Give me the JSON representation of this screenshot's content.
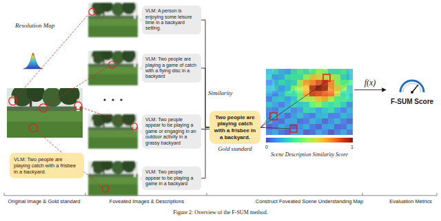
{
  "diagram": {
    "caption": "Figure 2: Overview of the F-SUM method.",
    "nodes": [
      {
        "text": [
          "VLM: Two people are playing catch with a frisbee in a backyard."
        ]
      },
      {
        "text": [
          "VLM: A person is enjoying some leisure time in a backyard setting."
        ]
      },
      {
        "text": [
          "VLM: Two people are playing a game of catch with a flying disc in a backyard"
        ]
      },
      {
        "text": [
          "VLM: Two people appear to be playing a game or engaging in an outdoor activity in a grassy backyard"
        ]
      },
      {
        "text": [
          "VLM: Two people appear to be playing a game in a backyard"
        ]
      },
      {
        "text": [
          "Two people are playing catch with a frisbee in a backyard.",
          "Gold standard"
        ]
      },
      {
        "text": [
          "Scene Description Similarity Score"
        ]
      },
      {
        "text": [
          "F-SUM Score"
        ]
      }
    ],
    "edges": [
      {
        "from": 1,
        "to": 5,
        "arrow": "none"
      },
      {
        "from": 2,
        "to": 5,
        "arrow": "none"
      },
      {
        "from": 3,
        "to": 5,
        "arrow": "none"
      },
      {
        "from": 4,
        "to": 5,
        "arrow": "none"
      },
      {
        "from": 5,
        "to": 6,
        "arrow": "none"
      },
      {
        "from": 6,
        "to": 7,
        "label": "f(x)",
        "arrow": "to"
      }
    ],
    "labels": [
      "Resolution Map",
      "Similarity",
      "0",
      "1",
      "Original Image & Gold standard",
      "Foveated Images & Descriptions",
      "Construct Foveated Scene Understanding Map",
      "Evaluation Metrics"
    ]
  }
}
